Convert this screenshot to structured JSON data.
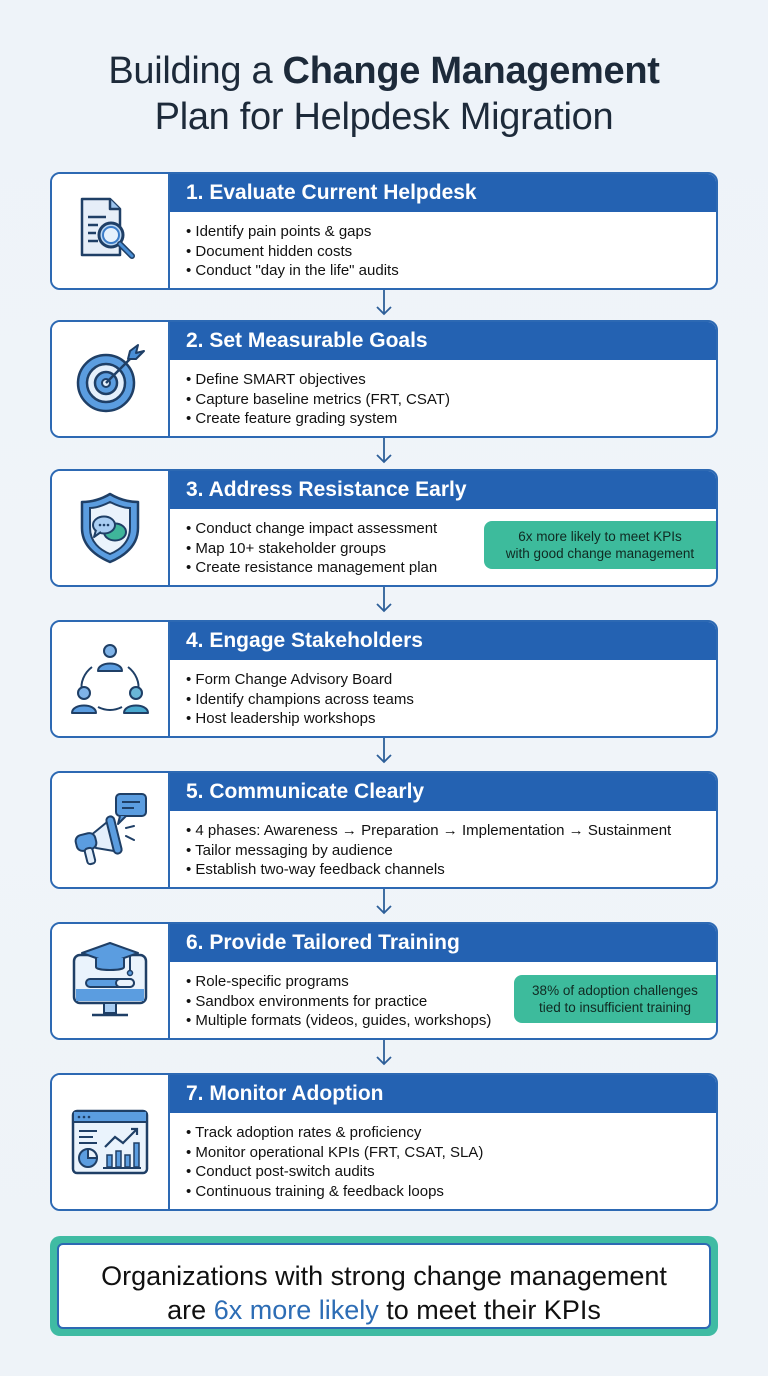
{
  "title": {
    "line1_prefix": "Building a ",
    "line1_bold": "Change Management",
    "line2": "Plan for Helpdesk Migration"
  },
  "colors": {
    "header_blue": "#2462b2",
    "border_blue": "#2d69b3",
    "accent_teal": "#3dbb9c",
    "highlight_blue": "#2d6db5"
  },
  "steps": [
    {
      "icon": "document-search-icon",
      "title": "1. Evaluate Current Helpdesk",
      "bullets": [
        "Identify pain points & gaps",
        "Document hidden costs",
        "Conduct \"day in the life\" audits"
      ]
    },
    {
      "icon": "target-icon",
      "title": "2. Set Measurable Goals",
      "bullets": [
        "Define SMART objectives",
        "Capture baseline metrics (FRT, CSAT)",
        "Create feature grading system"
      ]
    },
    {
      "icon": "shield-chat-icon",
      "title": "3. Address Resistance Early",
      "bullets": [
        "Conduct change impact assessment",
        "Map 10+ stakeholder groups",
        "Create resistance management plan"
      ],
      "badge": [
        "6x more likely to meet KPIs",
        "with good change management"
      ]
    },
    {
      "icon": "stakeholders-icon",
      "title": "4. Engage Stakeholders",
      "bullets": [
        "Form Change Advisory Board",
        "Identify champions across teams",
        "Host leadership workshops"
      ]
    },
    {
      "icon": "megaphone-icon",
      "title": "5. Communicate Clearly",
      "bullets": [
        "4 phases: Awareness → Preparation → Implementation → Sustainment",
        "Tailor messaging by audience",
        "Establish two-way feedback channels"
      ]
    },
    {
      "icon": "training-monitor-icon",
      "title": "6. Provide Tailored Training",
      "bullets": [
        "Role-specific programs",
        "Sandbox environments for practice",
        "Multiple formats (videos, guides, workshops)"
      ],
      "badge": [
        "38% of adoption challenges",
        "tied to insufficient training"
      ]
    },
    {
      "icon": "dashboard-chart-icon",
      "title": "7. Monitor Adoption",
      "bullets": [
        "Track adoption rates & proficiency",
        "Monitor operational KPIs (FRT, CSAT, SLA)",
        "Conduct post-switch audits",
        "Continuous training & feedback loops"
      ]
    }
  ],
  "footer": {
    "line1": "Organizations with strong change management",
    "line2_prefix": "are ",
    "line2_highlight": "6x more likely",
    "line2_suffix": " to meet their KPIs"
  }
}
